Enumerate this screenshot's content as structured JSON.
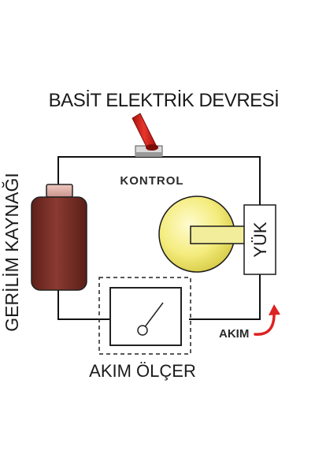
{
  "diagram": {
    "title": "BASİT ELEKTRİK DEVRESİ",
    "switch_label": "KONTROL",
    "source_label": "GERİLİM KAYNAĞI",
    "meter_label": "AKIM ÖLÇER",
    "load_label": "YÜK",
    "current_label": "AKIM"
  },
  "colors": {
    "wire": "#111111",
    "battery": "#7a2f27",
    "bulb": "#f4ec7e",
    "switch_lever": "#d0221b",
    "current_arrow": "#dd2222",
    "meter_border": "#222222"
  },
  "icons": {
    "switch": "toggle-switch-icon",
    "source": "battery-icon",
    "load": "light-bulb-icon",
    "meter": "ammeter-icon",
    "current": "curved-arrow-icon"
  }
}
